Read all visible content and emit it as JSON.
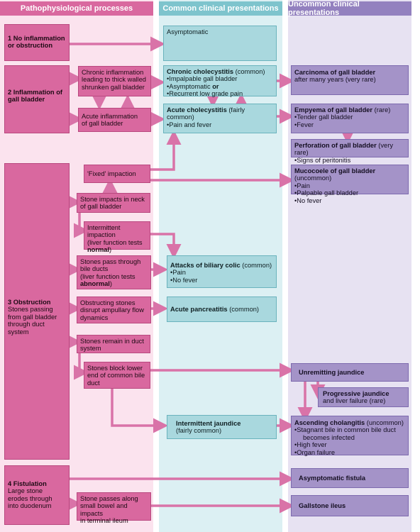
{
  "colors": {
    "pink": "#d9689f",
    "teal": "#a9d8de",
    "lavender": "#a493c8",
    "arrow": "#d973a8"
  },
  "headers": {
    "col1": "Pathophysiological processes",
    "col2": "Common clinical presentations",
    "col3": "Uncommon clinical presentations"
  },
  "col1": {
    "p1": {
      "l1": "1 No inflammation",
      "l2": "or obstruction"
    },
    "p2": {
      "l1": "2 Inflammation of",
      "l2": "gall bladder"
    },
    "p3": {
      "l1": "3 Obstruction",
      "l2": "Stones passing",
      "l3": "from gall bladder",
      "l4": "through duct",
      "l5": "system"
    },
    "p4": {
      "l1": "4 Fistulation",
      "l2": "Large stone",
      "l3": "erodes through",
      "l4": "into duodenum"
    }
  },
  "col1b": {
    "chronic": {
      "l1": "Chronic inflammation",
      "l2": "leading to thick walled",
      "l3": "shrunken gall bladder"
    },
    "acute": {
      "l1": "Acute inflammation",
      "l2": "of gall bladder"
    },
    "fixed": "'Fixed' impaction",
    "neck": {
      "l1": "Stone impacts in neck",
      "l2": "of gall bladder"
    },
    "intermittent": {
      "l1": "Intermittent impaction",
      "l2": "(liver function tests",
      "l3": "normal",
      "l3b": ")"
    },
    "pass": {
      "l1": "Stones pass through",
      "l2": "bile ducts",
      "l3": "(liver function tests",
      "l4": "abnormal",
      "l4b": ")"
    },
    "obstructing": {
      "l1": "Obstructing stones",
      "l2": "disrupt ampullary flow",
      "l3": "dynamics"
    },
    "remain": {
      "l1": "Stones remain in duct",
      "l2": "system"
    },
    "block": {
      "l1": "Stones block lower",
      "l2": "end of common bile",
      "l3": "duct"
    },
    "passes": {
      "l1": "Stone passes along",
      "l2": "small bowel and impacts",
      "l3": "in terminal ileum"
    }
  },
  "col2": {
    "asymptomatic": "Asymptomatic",
    "chronic": {
      "title": "Chronic cholecystitis",
      "suffix": " (common)",
      "b1": "•Impalpable gall bladder",
      "b2a": "•Asymptomatic ",
      "b2b": "or",
      "b3": "•Recurrent low grade pain"
    },
    "acute": {
      "title": "Acute cholecystitis",
      "suffix": " (fairly common)",
      "b1": "•Pain and fever"
    },
    "colic": {
      "title": "Attacks of biliary colic",
      "suffix": " (common)",
      "b1": "•Pain",
      "b2": "•No fever"
    },
    "pancreatitis": {
      "title": "Acute pancreatitis",
      "suffix": " (common)"
    },
    "jaundice": {
      "title": "Intermittent jaundice",
      "suffix": "(fairly common)"
    }
  },
  "col3": {
    "carcinoma": {
      "title": "Carcinoma of gall bladder",
      "sub": "after many years (very rare)"
    },
    "empyema": {
      "title": "Empyema of gall bladder",
      "suffix": " (rare)",
      "b1": "•Tender gall bladder",
      "b2": "•Fever"
    },
    "perforation": {
      "title": "Perforation of gall bladder",
      "suffix": " (very rare)",
      "b1": "•Signs of peritonitis"
    },
    "mucocoele": {
      "title": "Mucocoele of gall bladder",
      "suffix": " (uncommon)",
      "b1": "•Pain",
      "b2": "•Palpable gall bladder",
      "b3": "•No fever"
    },
    "unremitting": {
      "title": "Unremitting jaundice"
    },
    "progressive": {
      "title": "Progressive jaundice",
      "sub": "and liver failure (rare)"
    },
    "cholangitis": {
      "title": "Ascending cholangitis",
      "suffix": " (uncommon)",
      "b1": "•Stagnant bile in common bile duct",
      "b1b": "becomes infected",
      "b2": "•High fever",
      "b3": "•Organ failure"
    },
    "fistula": {
      "title": "Asymptomatic fistula"
    },
    "ileus": {
      "title": "Gallstone ileus"
    }
  }
}
